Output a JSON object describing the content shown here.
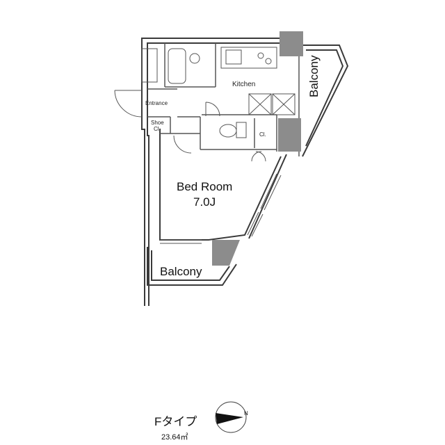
{
  "rooms": {
    "kitchen": "Kitchen",
    "entrance": "Entrance",
    "shoe_closet_line1": "Shoe",
    "shoe_closet_line2": "Cl.",
    "closet": "Cl.",
    "bedroom_name": "Bed Room",
    "bedroom_size": "7.0J",
    "balcony_top": "Balcony",
    "balcony_bottom": "Balcony"
  },
  "unit": {
    "type": "Fタイプ",
    "area": "23.64㎡"
  },
  "compass": {
    "label": "N",
    "icon": "north-arrow-icon"
  },
  "colors": {
    "wall": "#3a3a3a",
    "column": "#8c8c8c",
    "line": "#555555"
  }
}
